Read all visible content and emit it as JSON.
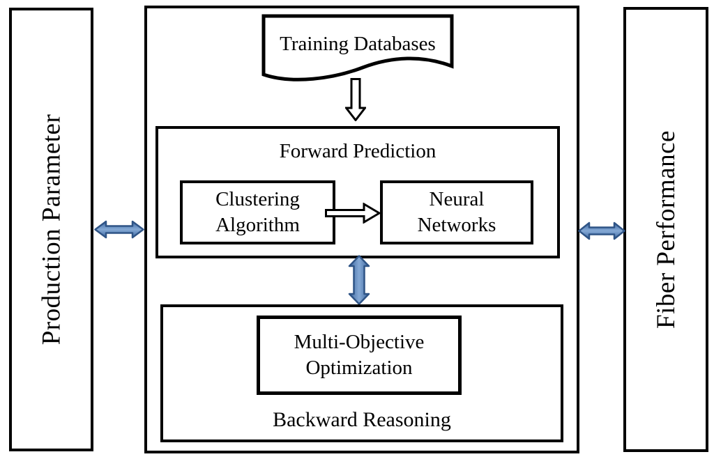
{
  "panels": {
    "left": {
      "label": "Production Parameter"
    },
    "right": {
      "label": "Fiber Performance"
    }
  },
  "nodes": {
    "training": {
      "label": "Training Databases"
    },
    "forward": {
      "label": "Forward Prediction"
    },
    "clustering": {
      "line1": "Clustering",
      "line2": "Algorithm"
    },
    "neural": {
      "line1": "Neural",
      "line2": "Networks"
    },
    "backward": {
      "label": "Backward Reasoning"
    },
    "optimization": {
      "line1": "Multi-Objective",
      "line2": "Optimization"
    }
  },
  "arrows": {
    "training_to_forward": "hollow-down-arrow",
    "clustering_to_neural": "hollow-right-arrow",
    "forward_to_backward": "blue-vertical-double-arrow",
    "left_panel_to_center": "blue-horizontal-double-arrow",
    "center_to_right_panel": "blue-horizontal-double-arrow"
  },
  "colors": {
    "background": "#ffffff",
    "line": "#000000",
    "arrow_edge": "#2f5486",
    "arrow_dark": "#3d68a2",
    "arrow_light": "#85a9d5"
  }
}
